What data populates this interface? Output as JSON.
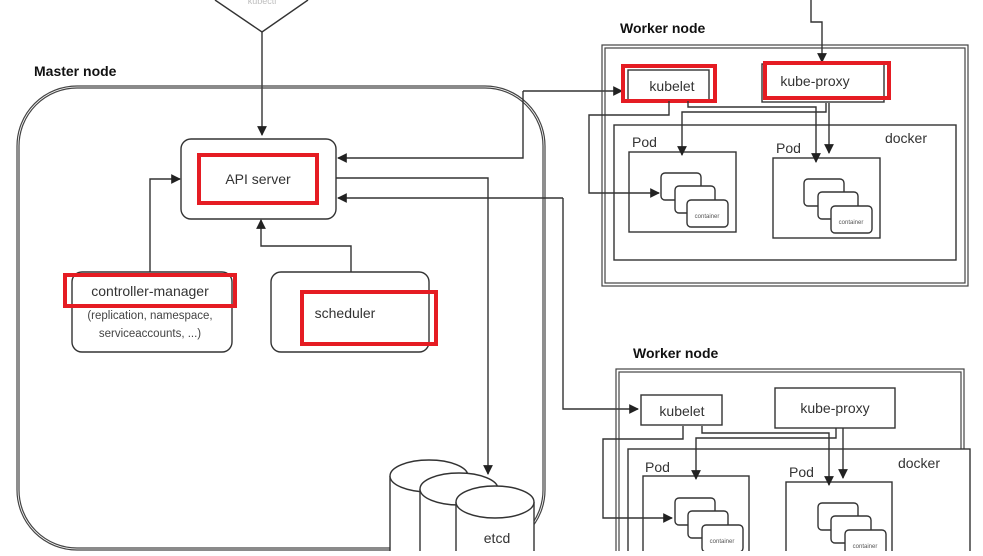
{
  "diagram": {
    "top_node_label": "kubectl",
    "master": {
      "title": "Master node",
      "api_server": "API server",
      "controller_manager": "controller-manager",
      "controller_manager_detail_1": "(replication, namespace,",
      "controller_manager_detail_2": "serviceaccounts, ...)",
      "scheduler": "scheduler",
      "etcd": "etcd"
    },
    "workers": [
      {
        "title": "Worker node",
        "kubelet": "kubelet",
        "kube_proxy": "kube-proxy",
        "runtime": "docker",
        "pods": [
          {
            "label": "Pod",
            "container": "container"
          },
          {
            "label": "Pod",
            "container": "container"
          }
        ]
      },
      {
        "title": "Worker node",
        "kubelet": "kubelet",
        "kube_proxy": "kube-proxy",
        "runtime": "docker",
        "pods": [
          {
            "label": "Pod",
            "container": "container"
          },
          {
            "label": "Pod",
            "container": "container"
          }
        ]
      }
    ],
    "highlight_color": "#e51c23",
    "highlighted_components": [
      "API server",
      "controller-manager",
      "scheduler",
      "kubelet",
      "kube-proxy"
    ]
  }
}
